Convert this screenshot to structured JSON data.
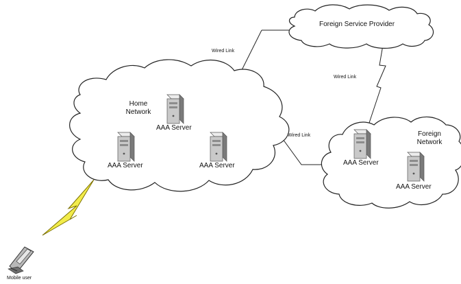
{
  "diagram": {
    "nodes": {
      "foreign_service_provider": "Foreign Service Provider",
      "home_network": "Home\nNetwork",
      "foreign_network": "Foreign\nNetwork",
      "mobile_user": "Mobile user",
      "aaa_server_label": "AAA Server"
    },
    "links": {
      "wired_top": "Wired Link",
      "wired_right": "Wired Link",
      "wired_middle": "Wired Link"
    },
    "servers": [
      {
        "label": "AAA Server"
      },
      {
        "label": "AAA Server"
      },
      {
        "label": "AAA Server"
      },
      {
        "label": "AAA Server"
      },
      {
        "label": "AAA Server"
      }
    ],
    "colors": {
      "cloud_fill": "#ffffff",
      "stroke": "#222222",
      "server_body": "#c9c9c9",
      "server_dark": "#7a7a7a",
      "lightning_fill": "#f2ec4a",
      "lightning_stroke": "#7b6f00"
    },
    "icons": [
      "server-icon",
      "mobile-phone-icon",
      "wireless-lightning-icon"
    ]
  }
}
